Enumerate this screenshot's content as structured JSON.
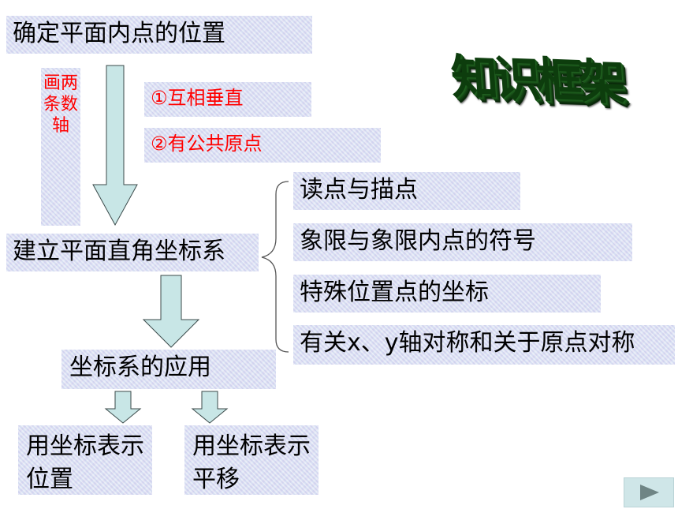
{
  "title_art": "知识框架",
  "boxes": {
    "locate": "确定平面内点的位置",
    "perpendicular": "①互相垂直",
    "origin": "②有公共原点",
    "two_axes": "画两条数轴",
    "establish": "建立平面直角坐标系",
    "read": "读点与描点",
    "quadrant": "象限与象限内点的符号",
    "special": "特殊位置点的坐标",
    "symmetry": "有关x、y轴对称和关于原点对称",
    "application": "坐标系的应用",
    "position": "用坐标表示位置",
    "translation": "用坐标表示平移"
  },
  "colors": {
    "box_bg": "#d6def2",
    "arrow_fill": "#c8e6e6",
    "red_text": "#ff0000",
    "title_green": "#0d3d0d"
  },
  "nav": {
    "icon": "play-next-icon"
  }
}
